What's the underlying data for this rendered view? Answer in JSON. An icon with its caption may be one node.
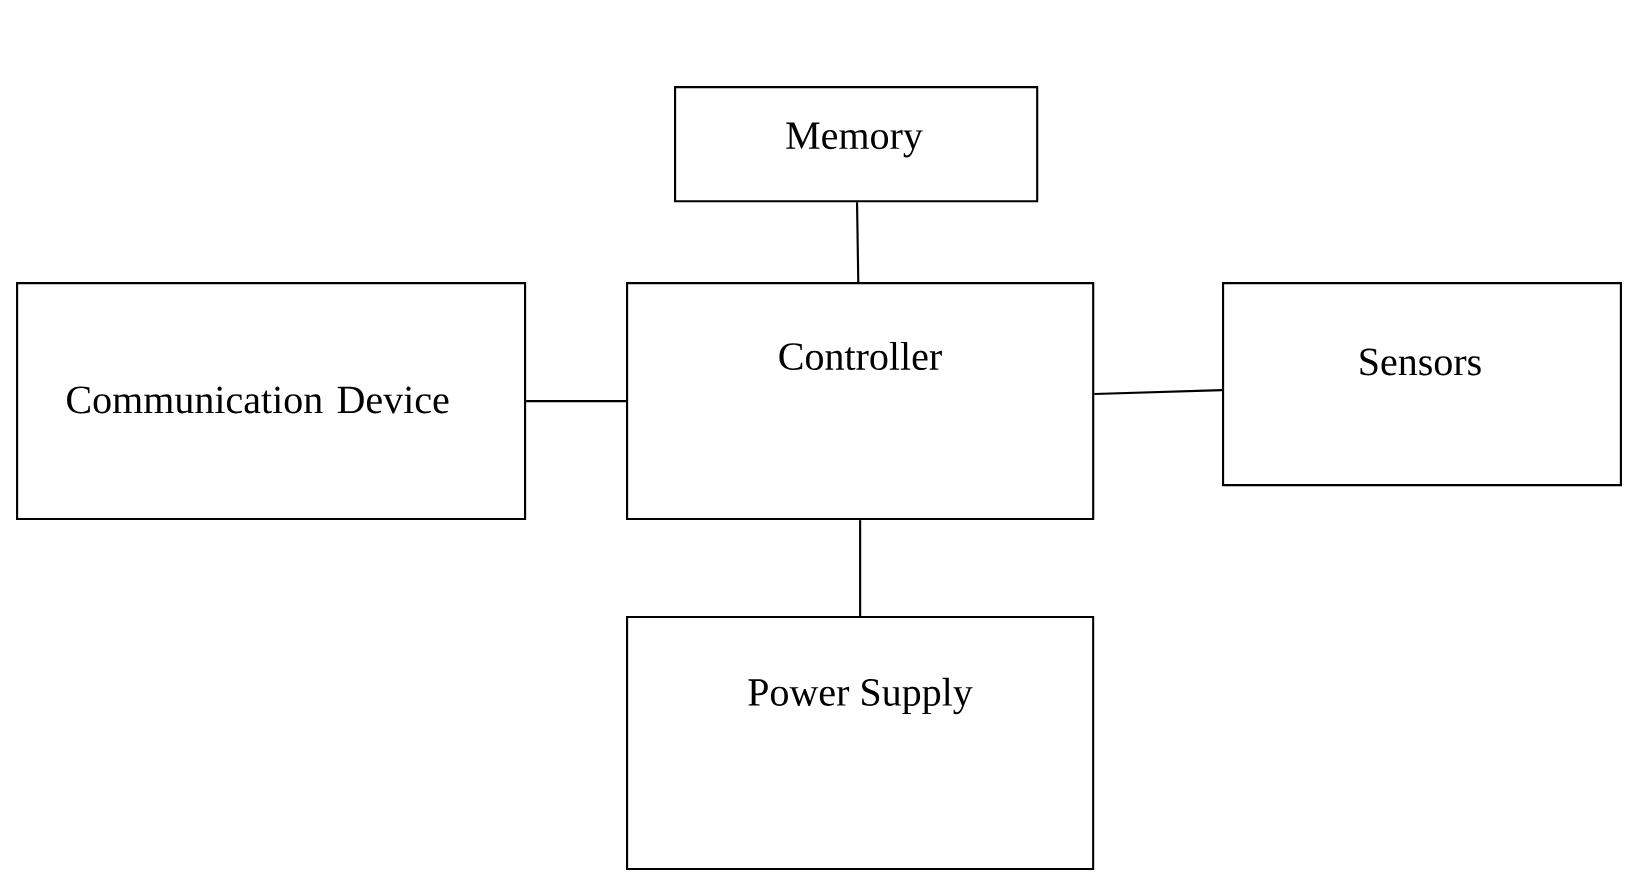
{
  "diagram": {
    "nodes": [
      {
        "text": [
          "Memory"
        ]
      },
      {
        "text": [
          "Controller"
        ]
      },
      {
        "text": [
          "Communication Device"
        ]
      },
      {
        "text": [
          "Sensors"
        ]
      },
      {
        "text": [
          "Power Supply"
        ]
      }
    ],
    "edges": [
      {
        "from": 1,
        "to": 0,
        "arrow": "none"
      },
      {
        "from": 2,
        "to": 1,
        "arrow": "none"
      },
      {
        "from": 1,
        "to": 3,
        "arrow": "none"
      },
      {
        "from": 1,
        "to": 4,
        "arrow": "none"
      }
    ]
  }
}
